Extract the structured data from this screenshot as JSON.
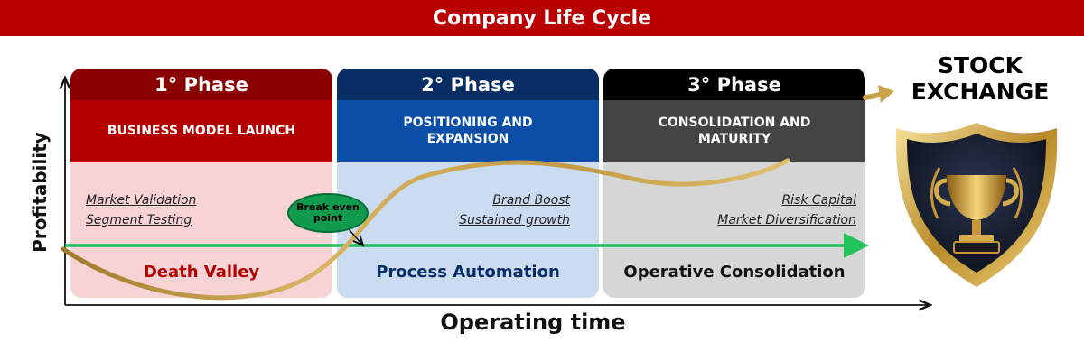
{
  "title": "Company Life Cycle",
  "phases": [
    {
      "heading": "1° Phase",
      "subtitle": "BUSINESS MODEL LAUNCH",
      "notes": [
        "Market Validation",
        "Segment Testing"
      ],
      "bottom_label": "Death Valley"
    },
    {
      "heading": "2° Phase",
      "subtitle": "POSITIONING AND EXPANSION",
      "notes": [
        "Brand Boost",
        "Sustained growth"
      ],
      "bottom_label": "Process Automation"
    },
    {
      "heading": "3° Phase",
      "subtitle": "CONSOLIDATION AND MATURITY",
      "notes": [
        "Risk Capital",
        "Market Diversification"
      ],
      "bottom_label": "Operative Consolidation"
    }
  ],
  "break_even_label": "Break even point",
  "axes": {
    "x_label": "Operating time",
    "y_label": "Profitability"
  },
  "stock_exchange": {
    "line1": "STOCK",
    "line2": "EXCHANGE"
  },
  "colors": {
    "title_bar": "#b80000",
    "phase1": "#b30000",
    "phase2": "#0a4ea8",
    "phase3": "#444444",
    "baseline_arrow": "#1fc35a",
    "curve": "#c9a24a"
  },
  "icons": [
    "trophy-shield-icon",
    "arrow-right-icon"
  ]
}
